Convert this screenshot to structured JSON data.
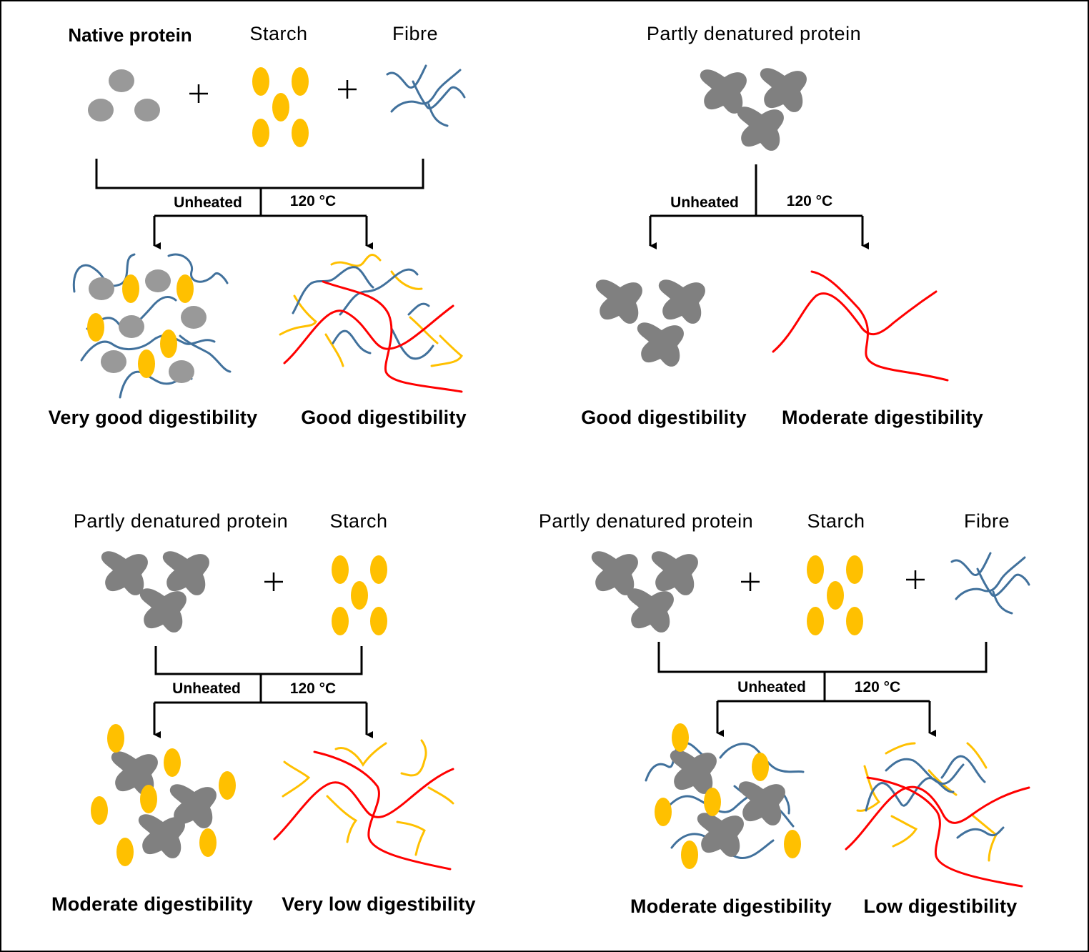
{
  "colors": {
    "native_protein": "#999999",
    "denatured_protein": "#808080",
    "starch": "#FFC000",
    "fibre": "#41719C",
    "gel": "#FF0000",
    "line": "#000000"
  },
  "icons": [
    "native-protein-icon",
    "denatured-protein-icon",
    "starch-granule-icon",
    "fibre-strand-icon",
    "gel-network-icon",
    "plus-sign-icon",
    "arrow-down-icon"
  ],
  "panels": {
    "top_left": {
      "ingredients": [
        "Native protein",
        "Starch",
        "Fibre"
      ],
      "plus": "+",
      "unheated_label": "Unheated",
      "heated_label": "120 °C",
      "result_unheated": "Very good digestibility",
      "result_heated": "Good digestibility"
    },
    "top_right": {
      "ingredients": [
        "Partly denatured protein"
      ],
      "unheated_label": "Unheated",
      "heated_label": "120 °C",
      "result_unheated": "Good digestibility",
      "result_heated": "Moderate digestibility"
    },
    "bottom_left": {
      "ingredients": [
        "Partly denatured protein",
        "Starch"
      ],
      "plus": "+",
      "unheated_label": "Unheated",
      "heated_label": "120 °C",
      "result_unheated": "Moderate digestibility",
      "result_heated": "Very low digestibility"
    },
    "bottom_right": {
      "ingredients": [
        "Partly denatured protein",
        "Starch",
        "Fibre"
      ],
      "plus": "+",
      "unheated_label": "Unheated",
      "heated_label": "120 °C",
      "result_unheated": "Moderate digestibility",
      "result_heated": "Low digestibility"
    }
  }
}
